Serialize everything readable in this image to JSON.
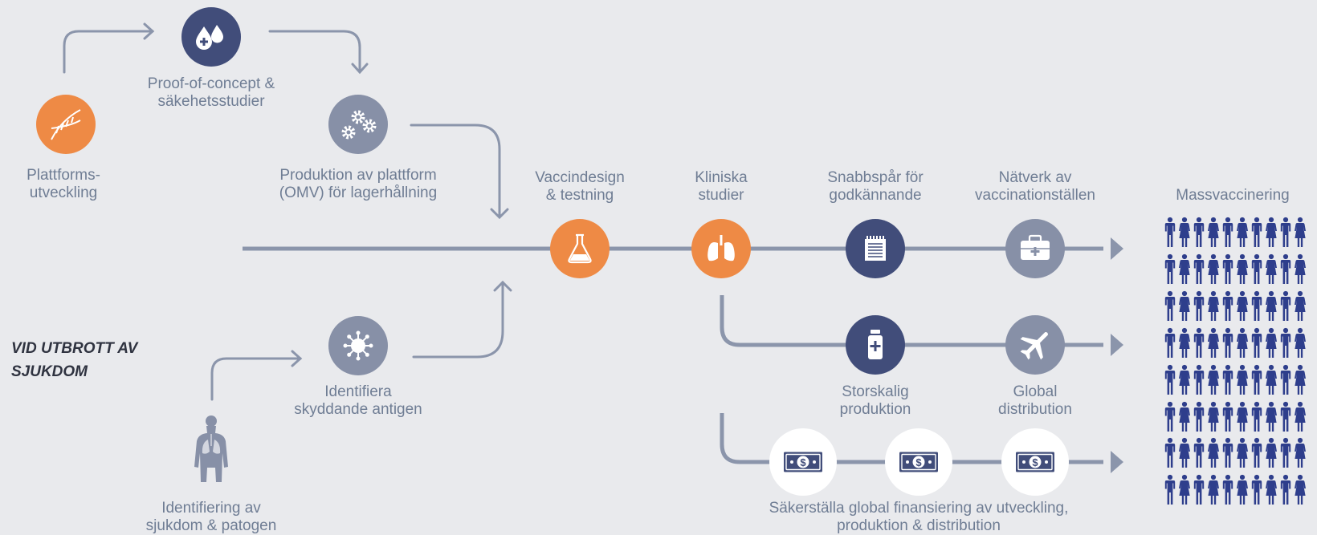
{
  "colors": {
    "background": "#e9eaed",
    "navy": "#414d7a",
    "gray_node": "#8790a7",
    "orange": "#ee8a45",
    "line": "#8b95ab",
    "label_text": "#6f7d94",
    "people": "#2e3e8c"
  },
  "side_label": {
    "line1": "VID UTBROTT AV",
    "line2": "SJUKDOM"
  },
  "stages": {
    "platform_development": {
      "line1": "Plattforms-",
      "line2": "utveckling",
      "icon": "dna-icon"
    },
    "proof_of_concept": {
      "line1": "Proof-of-concept &",
      "line2": "säkehetsstudier",
      "icon": "droplets-icon"
    },
    "platform_production": {
      "line1": "Produktion av plattform",
      "line2": "(OMV) för lagerhållning",
      "icon": "gears-icon"
    },
    "disease_identification": {
      "line1": "Identifiering av",
      "line2": "sjukdom & patogen",
      "icon": "human-lungs-icon"
    },
    "antigen_identification": {
      "line1": "Identifiera",
      "line2": "skyddande antigen",
      "icon": "virus-icon"
    },
    "vaccine_design": {
      "line1": "Vaccindesign",
      "line2": "& testning",
      "icon": "flask-icon"
    },
    "clinical_studies": {
      "line1": "Kliniska",
      "line2": "studier",
      "icon": "lungs-icon"
    },
    "fast_track": {
      "line1": "Snabbspår för",
      "line2": "godkännande",
      "icon": "notepad-icon"
    },
    "vaccination_network": {
      "line1": "Nätverk av",
      "line2": "vaccinationställen",
      "icon": "medkit-icon"
    },
    "large_scale_production": {
      "line1": "Storskalig",
      "line2": "produktion",
      "icon": "vial-icon"
    },
    "global_distribution": {
      "line1": "Global",
      "line2": "distribution",
      "icon": "airplane-icon"
    },
    "financing": {
      "line1": "Säkerställa global finansiering av utveckling,",
      "line2": "produktion & distribution",
      "icon": "money-icon"
    },
    "mass_vaccination": {
      "label": "Massvaccinering",
      "icon": "people-icon"
    }
  }
}
